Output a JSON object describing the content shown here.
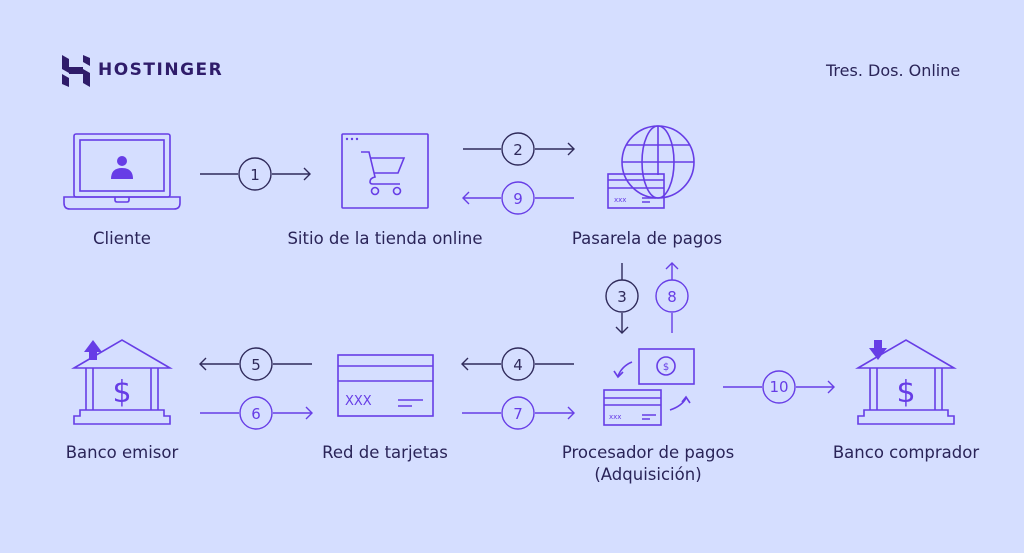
{
  "header": {
    "brand": "HOSTINGER",
    "tagline": "Tres. Dos. Online"
  },
  "colors": {
    "background": "#d5deff",
    "navy": "#2f2a5a",
    "purple": "#673de6",
    "logo": "#2f1c6a"
  },
  "nodes": {
    "cliente": {
      "label": "Cliente",
      "icon": "laptop-user-icon"
    },
    "tienda": {
      "label": "Sitio de la tienda online",
      "icon": "shopping-cart-browser-icon"
    },
    "pasarela": {
      "label": "Pasarela de pagos",
      "icon": "globe-credit-card-icon"
    },
    "procesador": {
      "label": "Procesador de pagos",
      "label2": "(Adquisición)",
      "icon": "card-cash-exchange-icon"
    },
    "red": {
      "label": "Red de tarjetas",
      "icon": "credit-card-icon",
      "card_text": "XXX"
    },
    "emisor": {
      "label": "Banco emisor",
      "icon": "bank-arrow-up-icon"
    },
    "comprador": {
      "label": "Banco comprador",
      "icon": "bank-arrow-down-icon"
    }
  },
  "steps": [
    {
      "n": "1",
      "from": "Cliente",
      "to": "Sitio de la tienda online",
      "color": "navy"
    },
    {
      "n": "2",
      "from": "Sitio de la tienda online",
      "to": "Pasarela de pagos",
      "color": "navy"
    },
    {
      "n": "3",
      "from": "Pasarela de pagos",
      "to": "Procesador de pagos",
      "color": "navy"
    },
    {
      "n": "4",
      "from": "Procesador de pagos",
      "to": "Red de tarjetas",
      "color": "navy"
    },
    {
      "n": "5",
      "from": "Red de tarjetas",
      "to": "Banco emisor",
      "color": "navy"
    },
    {
      "n": "6",
      "from": "Banco emisor",
      "to": "Red de tarjetas",
      "color": "purple"
    },
    {
      "n": "7",
      "from": "Red de tarjetas",
      "to": "Procesador de pagos",
      "color": "purple"
    },
    {
      "n": "8",
      "from": "Procesador de pagos",
      "to": "Pasarela de pagos",
      "color": "purple"
    },
    {
      "n": "9",
      "from": "Pasarela de pagos",
      "to": "Sitio de la tienda online",
      "color": "purple"
    },
    {
      "n": "10",
      "from": "Procesador de pagos",
      "to": "Banco comprador",
      "color": "purple"
    }
  ],
  "card_small_text": "XXX",
  "dollar": "$"
}
